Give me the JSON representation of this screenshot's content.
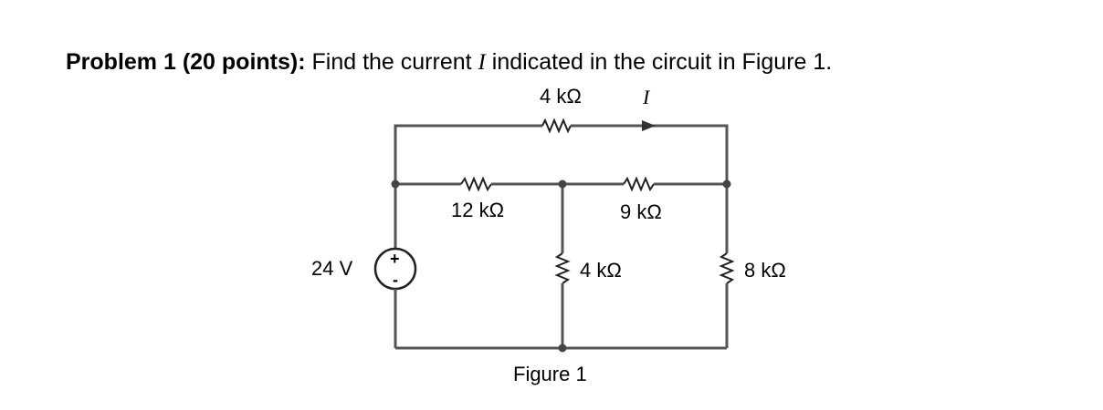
{
  "problem": {
    "heading": "Problem 1 (20 points):",
    "text_before": " Find the current ",
    "variable": "I",
    "text_after": " indicated in the circuit in Figure 1."
  },
  "circuit": {
    "top_resistor": "4 kΩ",
    "current_label": "I",
    "resistor_left_mid": "12 kΩ",
    "resistor_right_mid": "9 kΩ",
    "source_label": "24 V",
    "source_plus": "+",
    "source_minus": "-",
    "resistor_center_vertical": "4 kΩ",
    "resistor_right_vertical": "8 kΩ",
    "caption": "Figure 1"
  }
}
